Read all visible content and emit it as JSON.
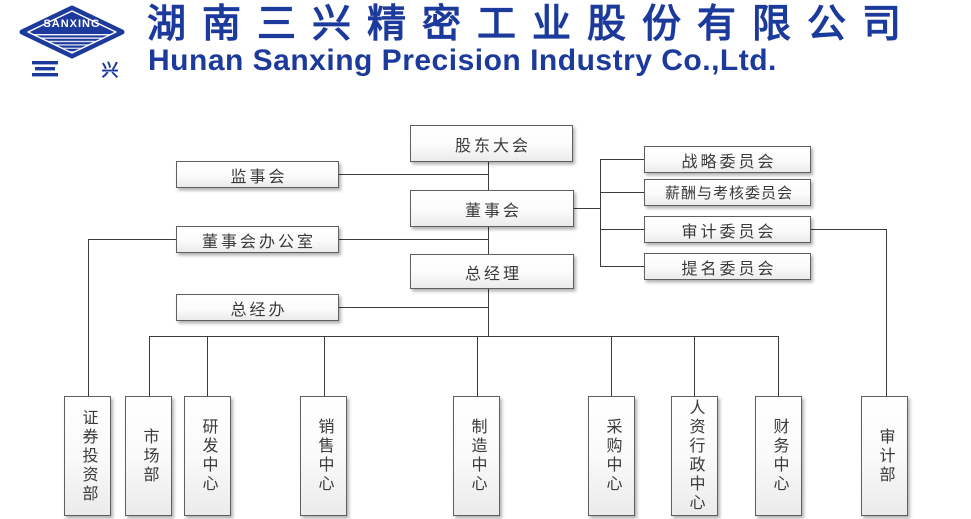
{
  "header": {
    "company_name_cn": "湖南三兴精密工业股份有限公司",
    "company_name_en": "Hunan Sanxing Precision Industry Co.,Ltd.",
    "brand_color": "#1c3a9c",
    "logo": {
      "badge_text": "SANXING",
      "char_right": "兴"
    }
  },
  "org_chart": {
    "box_border_color": "#5f5f5f",
    "connector_color": "#3c3c3c",
    "nodes": [
      {
        "id": "shareholders-meeting",
        "label": "股东大会"
      },
      {
        "id": "supervisory-board",
        "label": "监事会"
      },
      {
        "id": "board-of-directors",
        "label": "董事会"
      },
      {
        "id": "strategy-committee",
        "label": "战略委员会"
      },
      {
        "id": "remuneration-committee",
        "label": "薪酬与考核委员会"
      },
      {
        "id": "audit-committee",
        "label": "审计委员会"
      },
      {
        "id": "nomination-committee",
        "label": "提名委员会"
      },
      {
        "id": "board-office",
        "label": "董事会办公室"
      },
      {
        "id": "general-manager",
        "label": "总经理"
      },
      {
        "id": "gm-office",
        "label": "总经办"
      },
      {
        "id": "securities-investment-dept",
        "label": "证券投资部"
      },
      {
        "id": "marketing-dept",
        "label": "市场部"
      },
      {
        "id": "rd-center",
        "label": "研发中心"
      },
      {
        "id": "sales-center",
        "label": "销售中心"
      },
      {
        "id": "manufacturing-center",
        "label": "制造中心"
      },
      {
        "id": "procurement-center",
        "label": "采购中心"
      },
      {
        "id": "hr-admin-center",
        "label": "人资行政中心"
      },
      {
        "id": "finance-center",
        "label": "财务中心"
      },
      {
        "id": "audit-dept",
        "label": "审计部"
      }
    ],
    "edges": [
      {
        "from": "股东大会",
        "to": "监事会"
      },
      {
        "from": "股东大会",
        "to": "董事会"
      },
      {
        "from": "董事会",
        "to": "战略委员会"
      },
      {
        "from": "董事会",
        "to": "薪酬与考核委员会"
      },
      {
        "from": "董事会",
        "to": "审计委员会"
      },
      {
        "from": "董事会",
        "to": "提名委员会"
      },
      {
        "from": "董事会",
        "to": "董事会办公室"
      },
      {
        "from": "董事会",
        "to": "总经理"
      },
      {
        "from": "董事会办公室",
        "to": "证券投资部"
      },
      {
        "from": "总经理",
        "to": "总经办"
      },
      {
        "from": "总经理",
        "to": "市场部"
      },
      {
        "from": "总经理",
        "to": "研发中心"
      },
      {
        "from": "总经理",
        "to": "销售中心"
      },
      {
        "from": "总经理",
        "to": "制造中心"
      },
      {
        "from": "总经理",
        "to": "采购中心"
      },
      {
        "from": "总经理",
        "to": "人资行政中心"
      },
      {
        "from": "总经理",
        "to": "财务中心"
      },
      {
        "from": "审计委员会",
        "to": "审计部"
      }
    ]
  }
}
